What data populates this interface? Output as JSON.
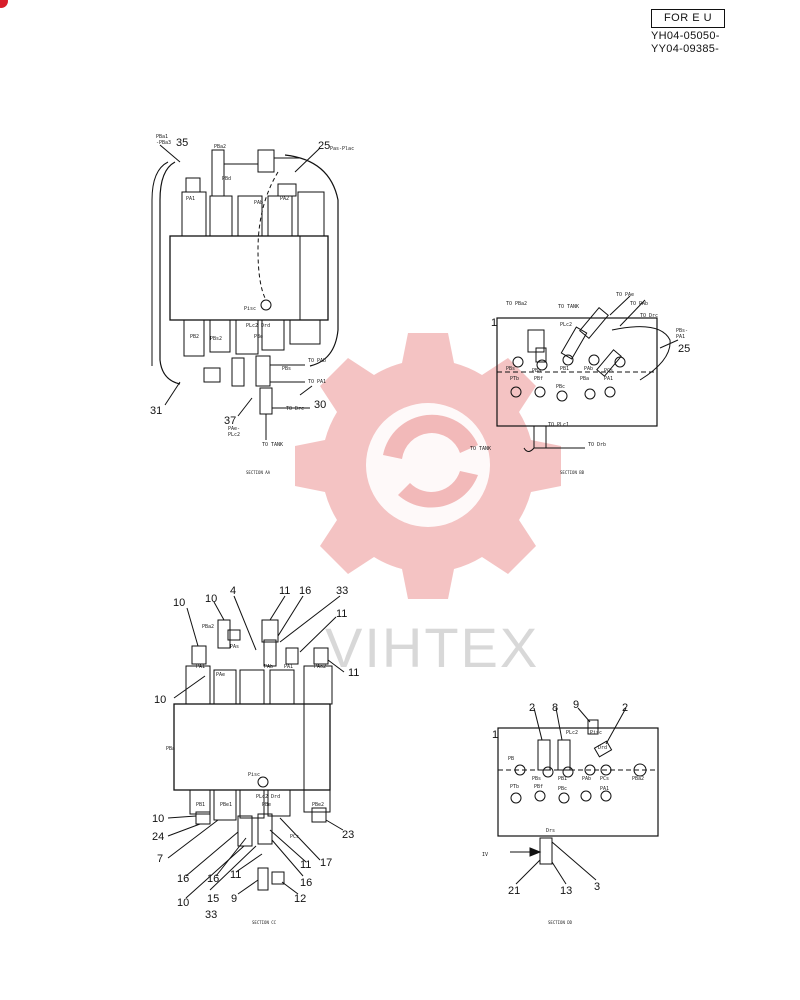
{
  "header": {
    "region_label": "FOR E U",
    "serial_1": "YH04-05050-",
    "serial_2": "YY04-09385-"
  },
  "watermark": {
    "text": "VIHTEX"
  },
  "colors": {
    "watermark": "#f2b9b9",
    "ink": "#111111",
    "corner": "#d81e2a"
  },
  "section_aa": {
    "caption": "SECTION AA",
    "callouts": [
      "35",
      "25",
      "31",
      "37",
      "30"
    ],
    "ports": {
      "pba_pbb": "PBa1\n-PBa3",
      "pbe2": "PBa2",
      "pbb": "PBd",
      "pab": "PAb",
      "pa1": "PA1",
      "pa2": "PA2",
      "pbc_pbd": "Pas-Plac",
      "pisc": "Pisc",
      "plc2_drd": "PLc2 Drd",
      "pb2": "PB2",
      "pbe": "PBe",
      "ps2": "PBs2",
      "pbs": "PBs",
      "to_pab": "TO PAb",
      "to_pa1": "TO PA1",
      "to_drc": "TO Drc",
      "pae_plc2": "PAe-\nPLc2",
      "to_tank": "TO TANK"
    }
  },
  "section_bb": {
    "caption": "SECTION BB",
    "callouts": [
      "1",
      "25"
    ],
    "ports": {
      "to_pba2": "TO PBa2",
      "to_tank_top": "TO TANK",
      "to_pa_top": "TO PAe",
      "to_pab": "TO PAb",
      "to_drc": "TO Drc",
      "plc2": "PLc2",
      "pbs_pa1": "PBs-\nPA1",
      "pb_left": "PBs",
      "pbs": "PBa",
      "pb1": "PB1",
      "pab": "PAb",
      "pcs": "PCs",
      "ptb": "PTb",
      "pbf": "PBf",
      "pba": "PBa",
      "pa1": "PA1",
      "pbc": "PBc",
      "to_plc1": "TO PLc1",
      "to_tank": "TO TANK",
      "to_drb": "TO Drb"
    }
  },
  "section_cc": {
    "caption": "SECTION CC",
    "callouts": [
      "10",
      "10",
      "4",
      "11",
      "16",
      "33",
      "11",
      "11",
      "10",
      "10",
      "24",
      "7",
      "16",
      "16",
      "15",
      "10",
      "33",
      "11",
      "9",
      "12",
      "16",
      "11",
      "17",
      "23"
    ],
    "ports": {
      "pba2": "PBa2",
      "pas": "PAs",
      "pa1": "PA1",
      "pae": "PAe",
      "pab": "PAb",
      "pa1b": "PA1",
      "pa2": "PAo2",
      "pbf": "PBa",
      "pisc": "Pisc",
      "pb1": "PB1",
      "pbe1": "PBe1",
      "plc2": "PLc2 Drd",
      "pbe": "PBe",
      "pbe2": "PBe2",
      "pcs": "PCs"
    }
  },
  "section_dd": {
    "caption": "SECTION DD",
    "callouts": [
      "2",
      "8",
      "9",
      "2",
      "1",
      "21",
      "13",
      "3"
    ],
    "ports": {
      "plc2": "PLc2",
      "pisc": "Pisc",
      "drd": "Drd",
      "pb": "PB",
      "pbs": "PBs",
      "pb1": "PB1",
      "pab": "PAb",
      "pcs": "PCs",
      "pba2": "PBa2",
      "ptb": "PTb",
      "pbf": "PBf",
      "pbc": "PBc",
      "pa1": "PA1",
      "drs": "Drs",
      "view_mark": "IV"
    }
  }
}
